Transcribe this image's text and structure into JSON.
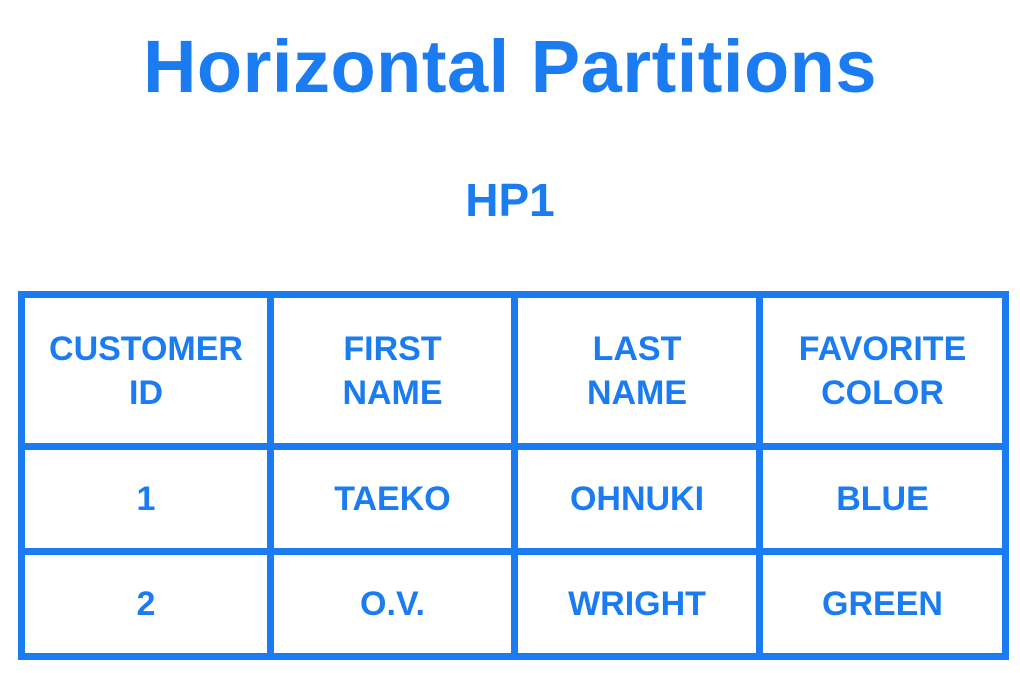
{
  "title": "Horizontal Partitions",
  "subtitle": "HP1",
  "colors": {
    "accent": "#1a7cf0",
    "background": "#ffffff"
  },
  "table": {
    "columns": [
      {
        "line1": "CUSTOMER",
        "line2": "ID"
      },
      {
        "line1": "FIRST",
        "line2": "NAME"
      },
      {
        "line1": "LAST",
        "line2": "NAME"
      },
      {
        "line1": "FAVORITE",
        "line2": "COLOR"
      }
    ],
    "rows": [
      [
        "1",
        "TAEKO",
        "OHNUKI",
        "BLUE"
      ],
      [
        "2",
        "O.V.",
        "WRIGHT",
        "GREEN"
      ]
    ]
  }
}
